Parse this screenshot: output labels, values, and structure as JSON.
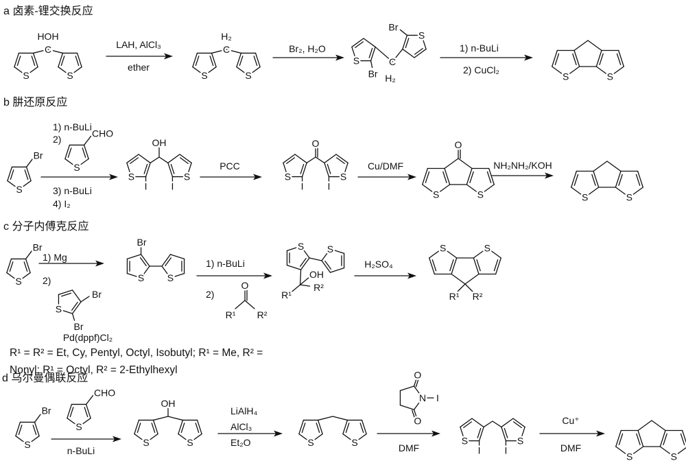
{
  "sections": {
    "a": "a  卤素-锂交换反应",
    "b": "b 肼还原反应",
    "c": "c 分子内傅克反应",
    "d": "d 乌尔曼偶联反应"
  },
  "atoms": {
    "S": "S",
    "C": "C",
    "O": "O",
    "Br": "Br",
    "I": "I",
    "N": "N",
    "OH": "OH",
    "HOH": "HOH",
    "H2": "H₂",
    "CHO": "CHO",
    "R1": "R¹",
    "R2": "R²"
  },
  "reagents": {
    "a1_top": "LAH, AlCl₃",
    "a1_bottom": "ether",
    "a2_top": "Br₂, H₂O",
    "a3_top": "1)  n-BuLi",
    "a3_bottom": "2) CuCl₂",
    "b1_step1": "1) n-BuLi",
    "b1_step2": "2)",
    "b1_step3": "3) n-BuLi",
    "b1_step4": "4) I₂",
    "b2_top": "PCC",
    "b3_top": "Cu/DMF",
    "b4_top": "NH₂NH₂/KOH",
    "c1_step1": "1) Mg",
    "c1_step2": "2)",
    "c1_catalyst": "Pd(dppf)Cl₂",
    "c2_step1": "1) n-BuLi",
    "c2_step2": "2)",
    "c3_top": "H₂SO₄",
    "d1_bottom": "n-BuLi",
    "d2_line1": "LiAlH₄",
    "d2_line2": "AlCl₃",
    "d2_line3": "Et₂O",
    "d3_bottom": "DMF",
    "d4_top": "Cu⁺",
    "d4_bottom": "DMF"
  },
  "footnote": [
    "R¹ = R² = Et, Cy, Pentyl, Octyl, Isobutyl; R¹ = Me, R² =",
    "Nonyl; R¹ = Octyl, R² = 2-Ethylhexyl"
  ]
}
